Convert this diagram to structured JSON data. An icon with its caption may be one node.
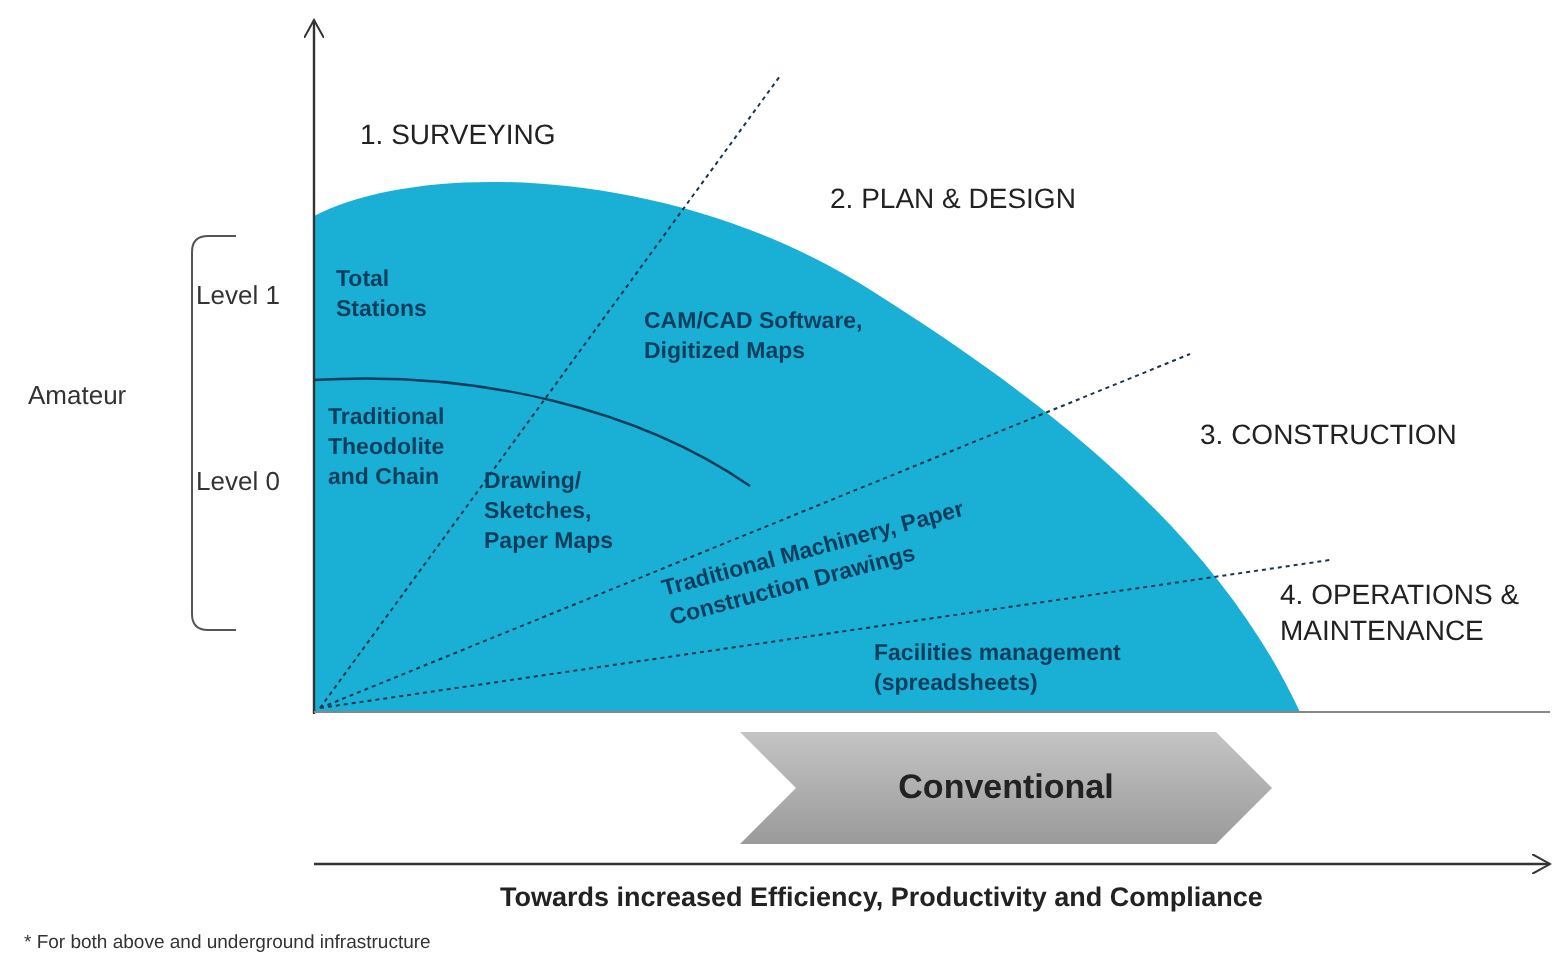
{
  "diagram": {
    "nodes": [
      {
        "text": [
          "Conventional"
        ]
      }
    ],
    "labels": [
      "1. SURVEYING",
      "2. PLAN & DESIGN",
      "Level 1",
      "Total Stations",
      "Amateur",
      "CAM/CAD Software, Digitized Maps",
      "3. CONSTRUCTION",
      "Traditional Theodolite and Chain",
      "Level 0",
      "Drawing/ Sketches, Paper Maps",
      "Traditional Machinery, Paper Construction Drawings",
      "4. OPERATIONS & MAINTENANCE",
      "Facilities management (spreadsheets)",
      "Towards increased Efficiency, Productivity and Compliance",
      "* For both above and underground infrastructure"
    ]
  }
}
